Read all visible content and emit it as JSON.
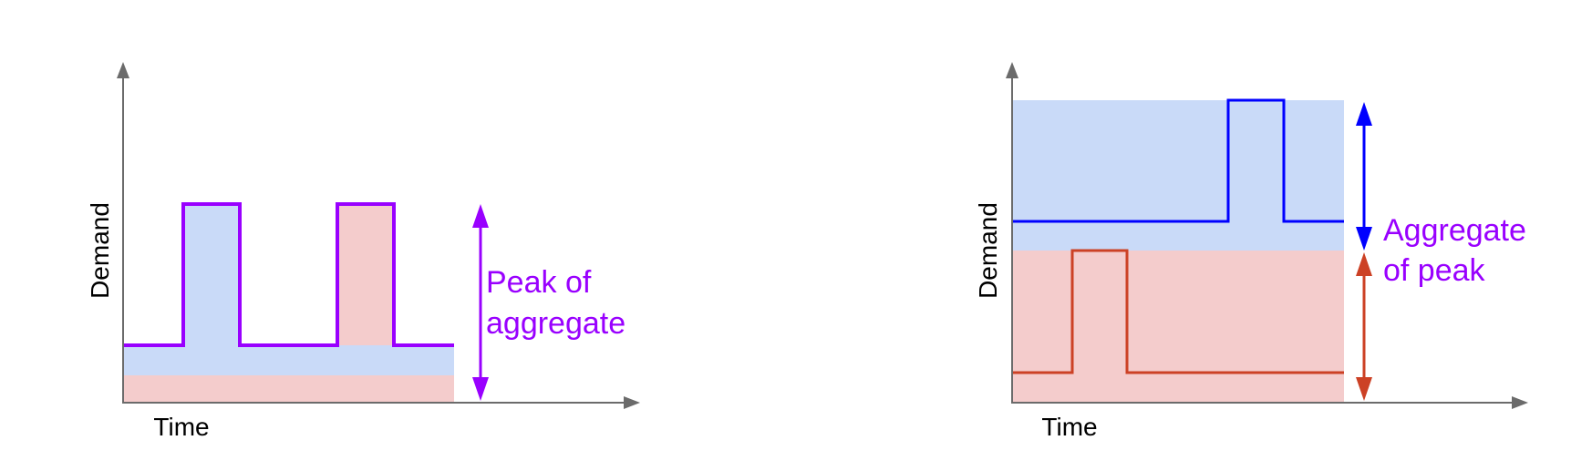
{
  "colors": {
    "axis": "#6b6b6b",
    "blue_fill": "#c9daf8",
    "red_fill": "#f4cccc",
    "purple": "#9900ff",
    "blue": "#0000ff",
    "red": "#cc4125",
    "text": "#000000"
  },
  "left_panel": {
    "y_label": "Demand",
    "x_label": "Time",
    "annotation_line1": "Peak of",
    "annotation_line2": "aggregate"
  },
  "right_panel": {
    "y_label": "Demand",
    "x_label": "Time",
    "annotation_line1": "Aggregate",
    "annotation_line2": "of peak"
  }
}
